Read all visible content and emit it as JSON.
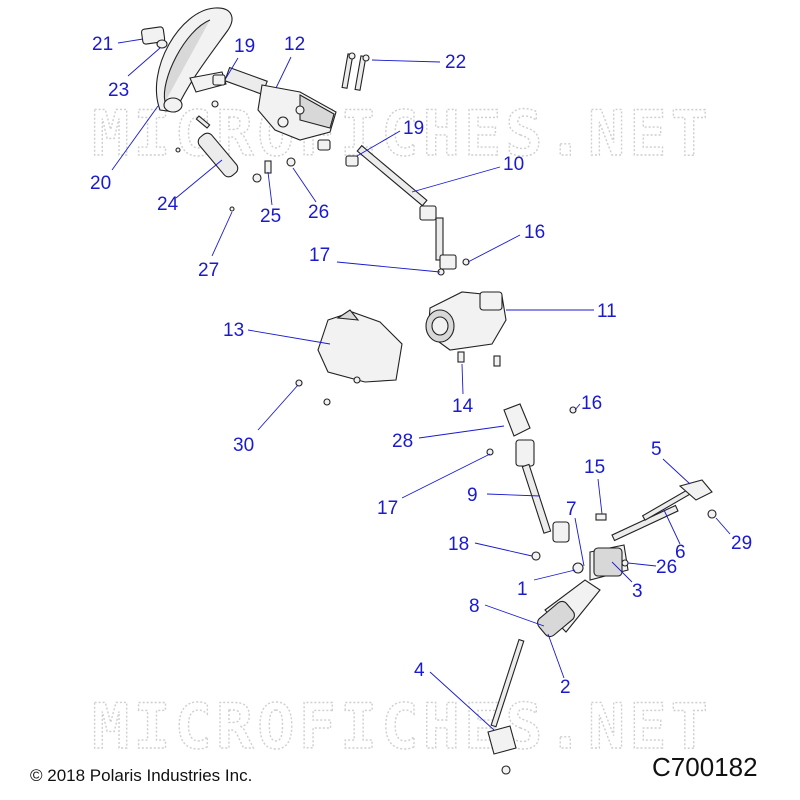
{
  "watermark": "MICROFICHES.NET",
  "copyright": "© 2018 Polaris Industries Inc.",
  "diagram_id": "C700182",
  "callouts": {
    "c21": "21",
    "c23": "23",
    "c19a": "19",
    "c12": "12",
    "c22": "22",
    "c20": "20",
    "c19b": "19",
    "c10": "10",
    "c24": "24",
    "c25": "25",
    "c26a": "26",
    "c27": "27",
    "c16a": "16",
    "c17a": "17",
    "c11": "11",
    "c13": "13",
    "c14": "14",
    "c30": "30",
    "c16b": "16",
    "c28": "28",
    "c5": "5",
    "c15": "15",
    "c17b": "17",
    "c9": "9",
    "c7": "7",
    "c29": "29",
    "c18": "18",
    "c6": "6",
    "c26b": "26",
    "c1": "1",
    "c3": "3",
    "c8": "8",
    "c4": "4",
    "c2": "2"
  },
  "colors": {
    "callout": "#1a1ad0",
    "line_art": "#222222",
    "watermark": "#cfcfcf"
  }
}
